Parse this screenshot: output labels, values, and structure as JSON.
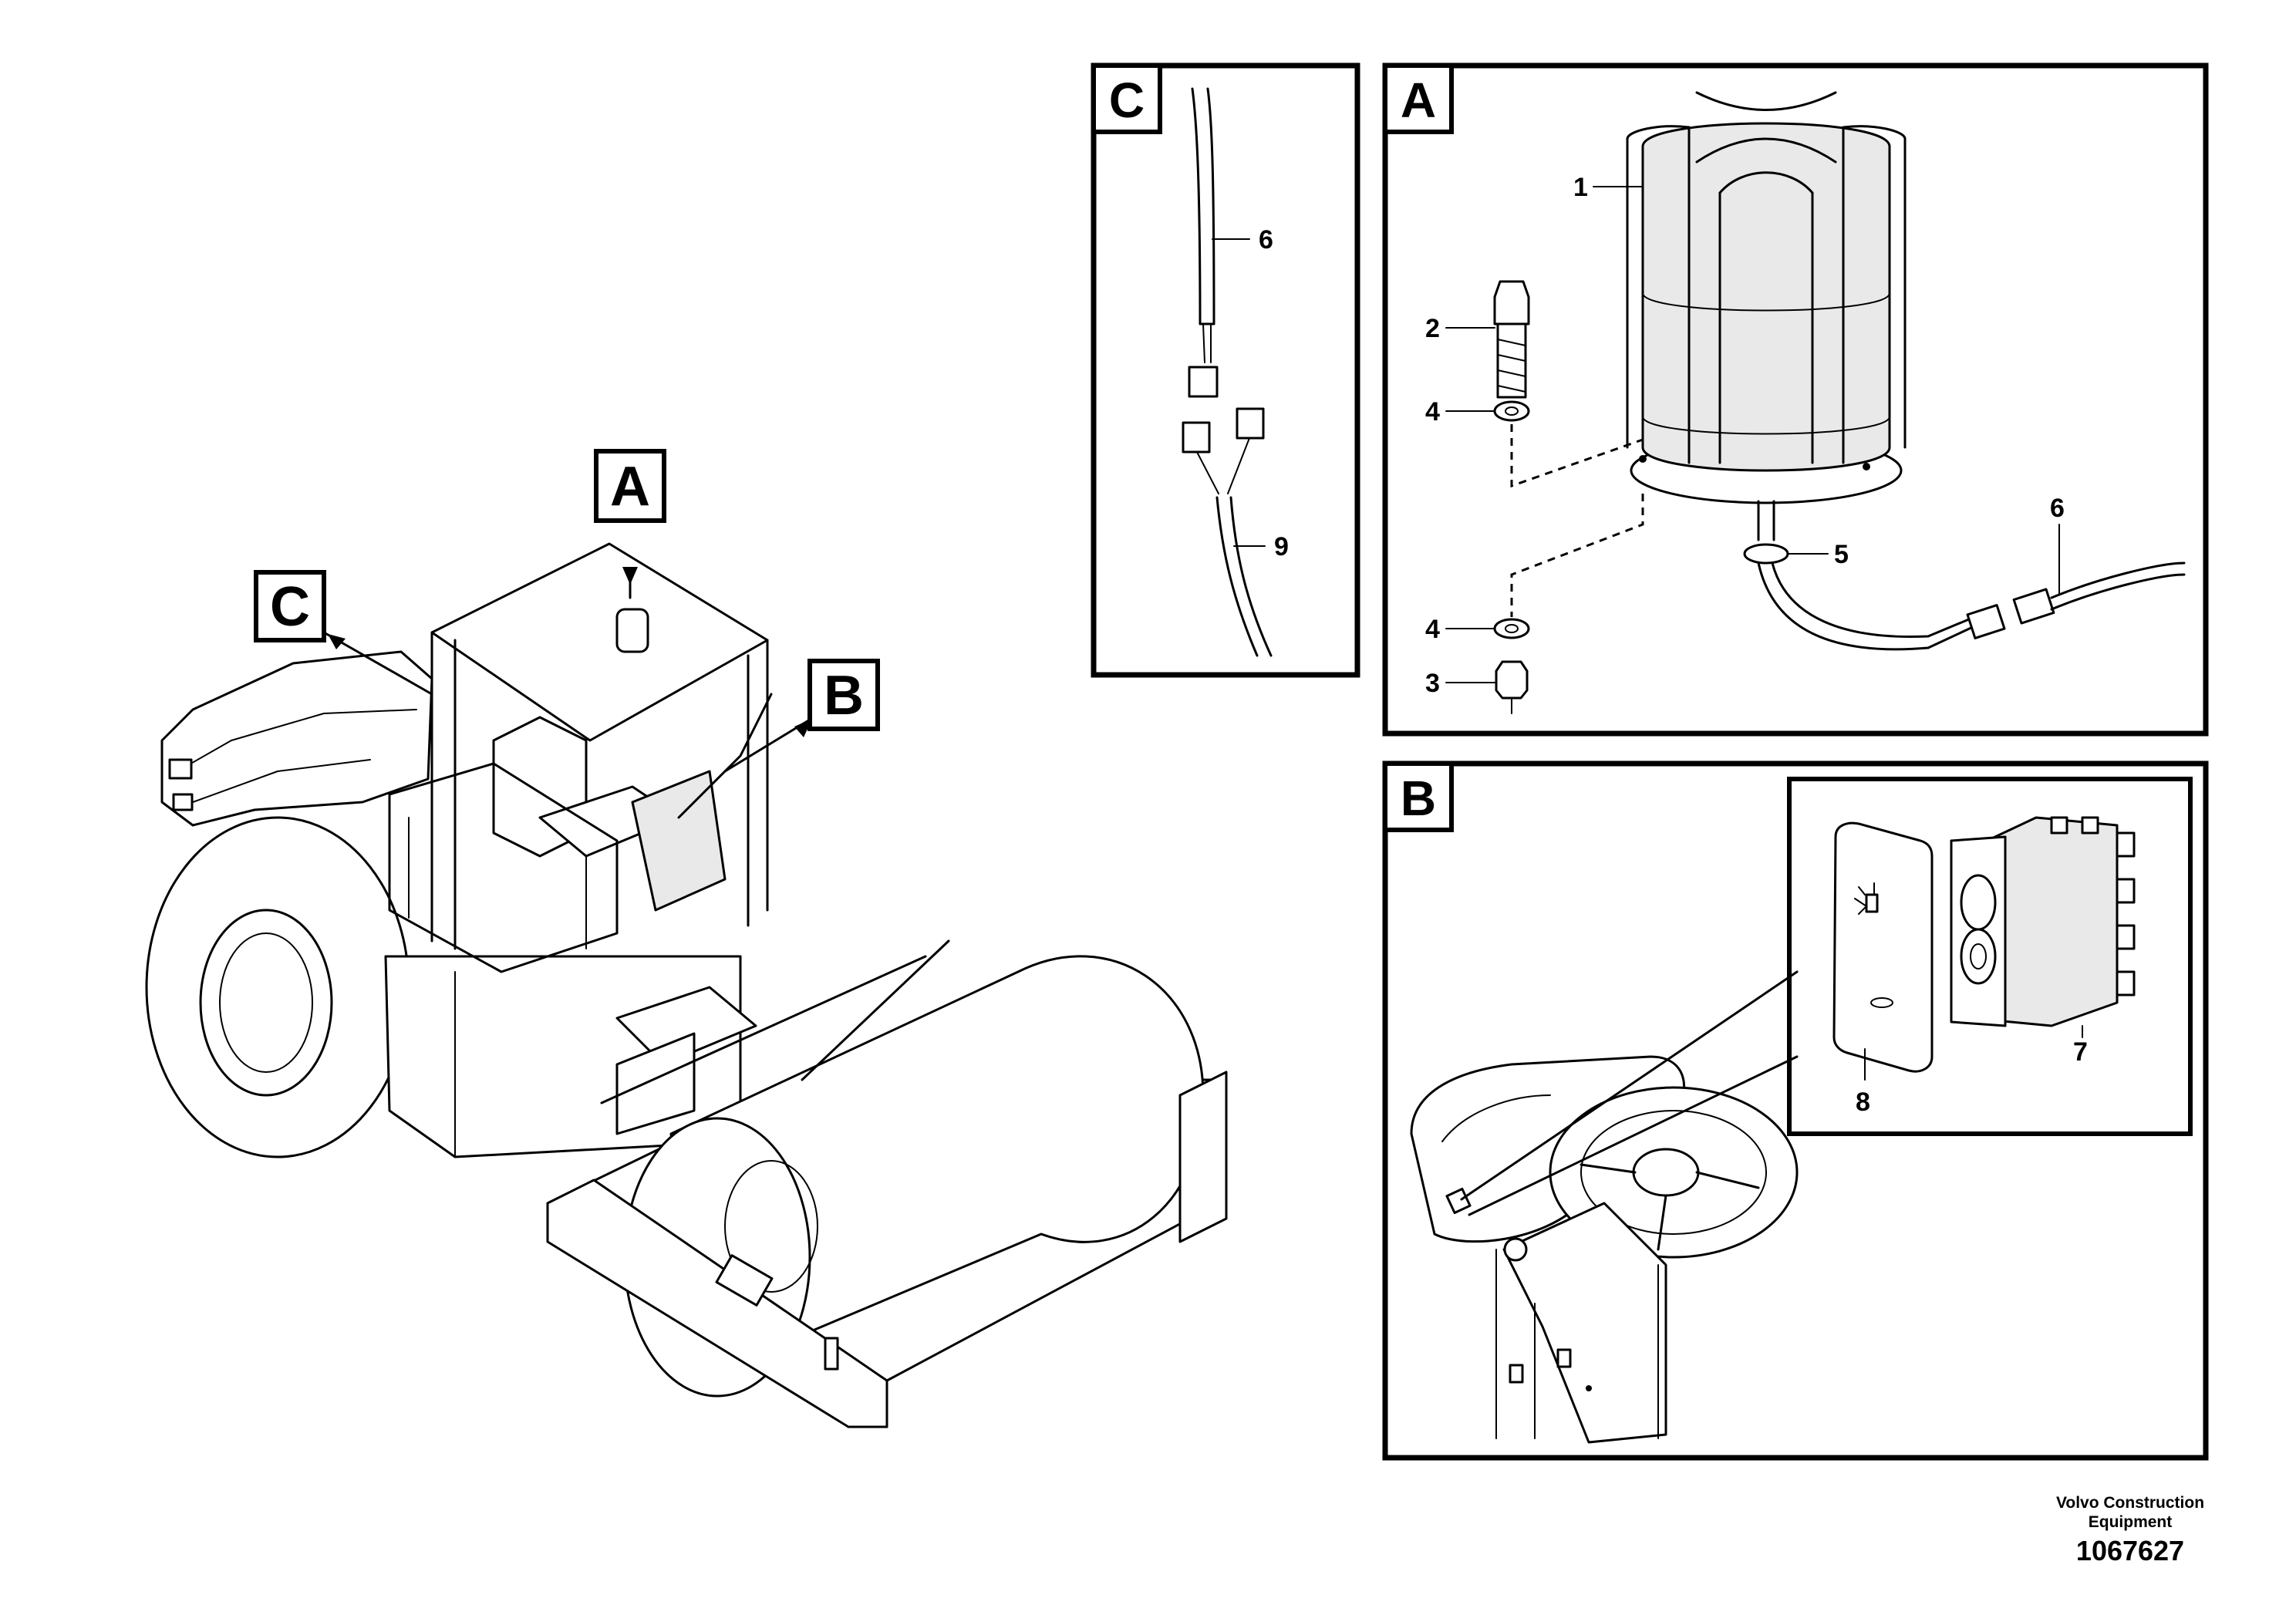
{
  "labels": {
    "main_A": "A",
    "main_B": "B",
    "main_C": "C",
    "panel_C": "C",
    "panel_A": "A",
    "panel_B": "B"
  },
  "callouts": {
    "c_6": "6",
    "c_9": "9",
    "a_1": "1",
    "a_2": "2",
    "a_4_top": "4",
    "a_4_bottom": "4",
    "a_3": "3",
    "a_5": "5",
    "a_6": "6",
    "b_8": "8",
    "b_7": "7"
  },
  "footer": {
    "company_line1": "Volvo Construction",
    "company_line2": "Equipment",
    "drawing_number": "1067627"
  }
}
